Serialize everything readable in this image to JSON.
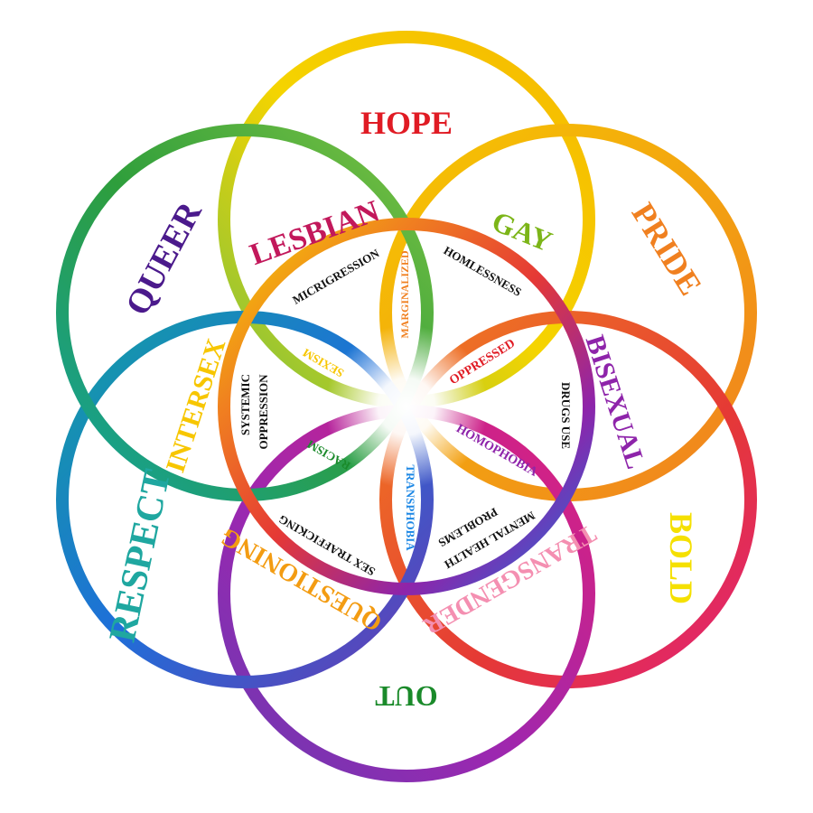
{
  "outer_words": [
    {
      "text": "HOPE",
      "color": "#e01b24"
    },
    {
      "text": "PRIDE",
      "color": "#f08020"
    },
    {
      "text": "BOLD",
      "color": "#f5e000"
    },
    {
      "text": "OUT",
      "color": "#1a8a2a"
    },
    {
      "text": "RESPECT",
      "color": "#1fa7a0"
    },
    {
      "text": "QUEER",
      "color": "#4b1a8c"
    }
  ],
  "identity_words": [
    {
      "text": "LESBIAN",
      "color": "#c2185b"
    },
    {
      "text": "GAY",
      "color": "#7cb518"
    },
    {
      "text": "BISEXUAL",
      "color": "#8e24aa"
    },
    {
      "text": "TRANSGENDER",
      "color": "#f48fb1"
    },
    {
      "text": "QUESTIONING",
      "color": "#f39c12"
    },
    {
      "text": "INTERSEX",
      "color": "#f7c600"
    }
  ],
  "inner_words": [
    {
      "text": "MICRIGRESSION",
      "color": "#111111"
    },
    {
      "text": "MARGINALIZED",
      "color": "#f08020"
    },
    {
      "text": "HOMLESSNESS",
      "color": "#111111"
    },
    {
      "text": "OPPRESSED",
      "color": "#e01b24"
    },
    {
      "text": "DRUGS USE",
      "color": "#111111"
    },
    {
      "text": "HOMOPHOBIA",
      "color": "#8e24aa"
    },
    {
      "text": "MENTAL HEALTH",
      "color": "#111111"
    },
    {
      "text": "PROBLEMS",
      "color": "#111111"
    },
    {
      "text": "TRANSPHOBIA",
      "color": "#1e88e5"
    },
    {
      "text": "SEX TRAFFICKING",
      "color": "#111111"
    },
    {
      "text": "RACISM",
      "color": "#1a8a2a"
    },
    {
      "text": "SYSTEMIC",
      "color": "#111111"
    },
    {
      "text": "OPPRESSION",
      "color": "#111111"
    },
    {
      "text": "SEXISM",
      "color": "#f7c600"
    }
  ],
  "ring_colors": {
    "top": "#f5d400",
    "upper_right": "#f39c12",
    "lower_right": "#e53935",
    "bottom": "#8e24aa",
    "lower_left": "#1e6fd9",
    "upper_left": "#2e9e3c",
    "center": "#f0c000"
  }
}
